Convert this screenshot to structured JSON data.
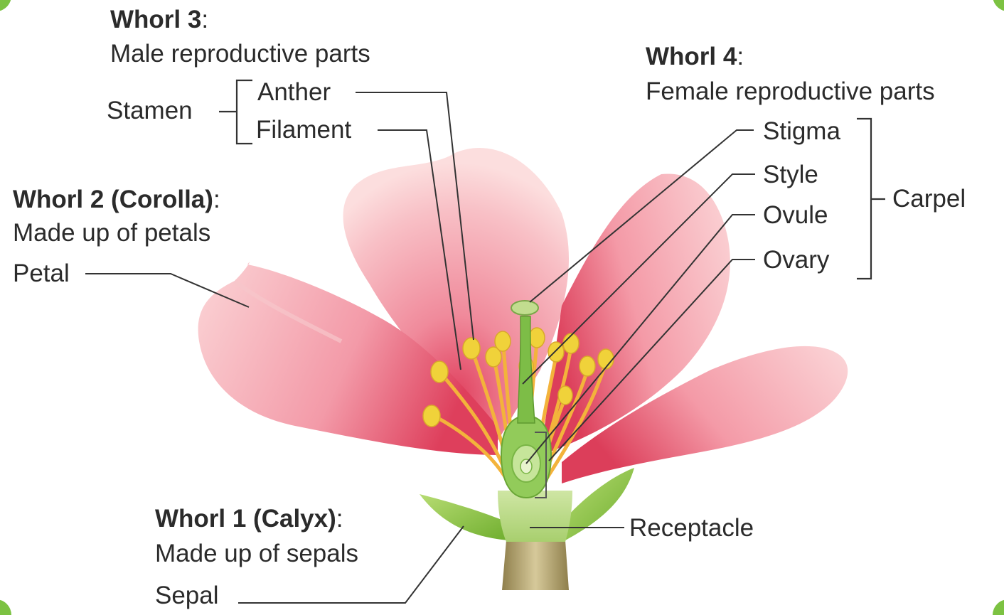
{
  "whorls": {
    "whorl3": {
      "heading": "Whorl 3",
      "colon": ":",
      "description": "Male reproductive parts"
    },
    "whorl4": {
      "heading": "Whorl 4",
      "colon": ":",
      "description": "Female reproductive parts"
    },
    "whorl2": {
      "heading": "Whorl 2 (Corolla)",
      "colon": ":",
      "description": "Made up of petals"
    },
    "whorl1": {
      "heading": "Whorl 1 (Calyx)",
      "colon": ":",
      "description": "Made up of sepals"
    }
  },
  "parts": {
    "stamen": "Stamen",
    "anther": "Anther",
    "filament": "Filament",
    "stigma": "Stigma",
    "style": "Style",
    "ovule": "Ovule",
    "ovary": "Ovary",
    "carpel": "Carpel",
    "petal": "Petal",
    "receptacle": "Receptacle",
    "sepal": "Sepal"
  },
  "colors": {
    "petal": "#f4a3ad",
    "petal_dark": "#e04c66",
    "sepal": "#8cc63f",
    "pistil": "#8ec95a",
    "filament": "#f5c542",
    "anther": "#f1d33a",
    "stem": "#b9a874",
    "leader_line": "#333333",
    "frame_corner": "#7cc242"
  }
}
